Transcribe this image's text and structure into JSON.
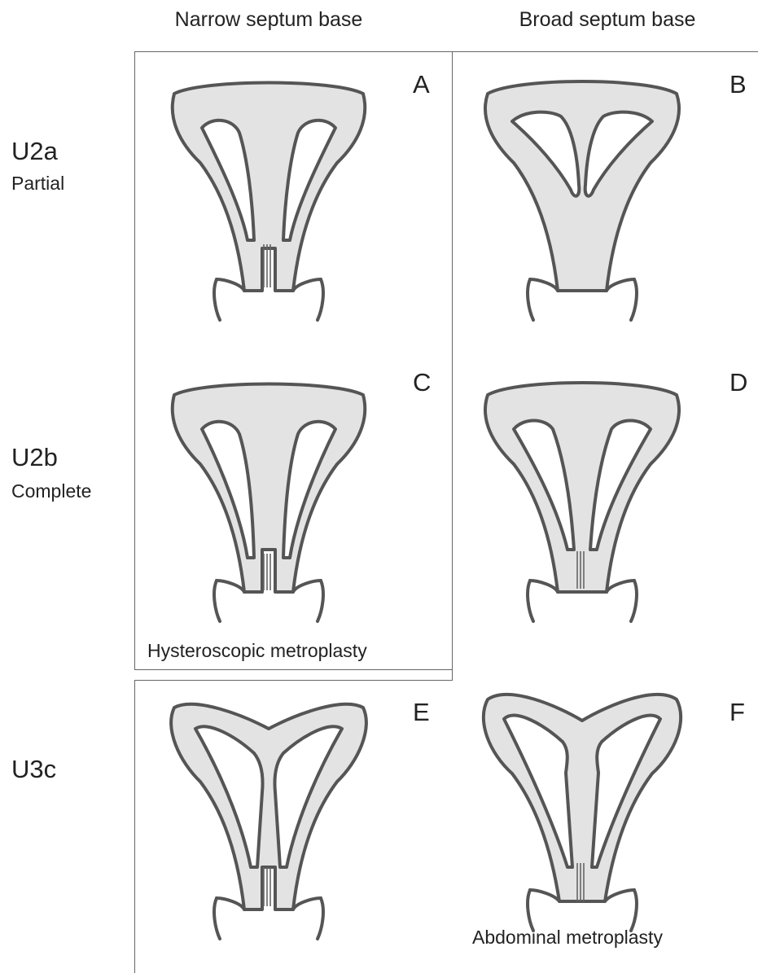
{
  "columns": {
    "narrow": "Narrow septum base",
    "broad": "Broad septum base"
  },
  "rows": {
    "u2a_code": "U2a",
    "u2a_label": "Partial",
    "u2b_code": "U2b",
    "u2b_label": "Complete",
    "u3c_code": "U3c"
  },
  "panels": {
    "a": "A",
    "b": "B",
    "c": "C",
    "d": "D",
    "e": "E",
    "f": "F"
  },
  "captions": {
    "hysteroscopic": "Hysteroscopic metroplasty",
    "abdominal": "Abdominal metroplasty"
  }
}
